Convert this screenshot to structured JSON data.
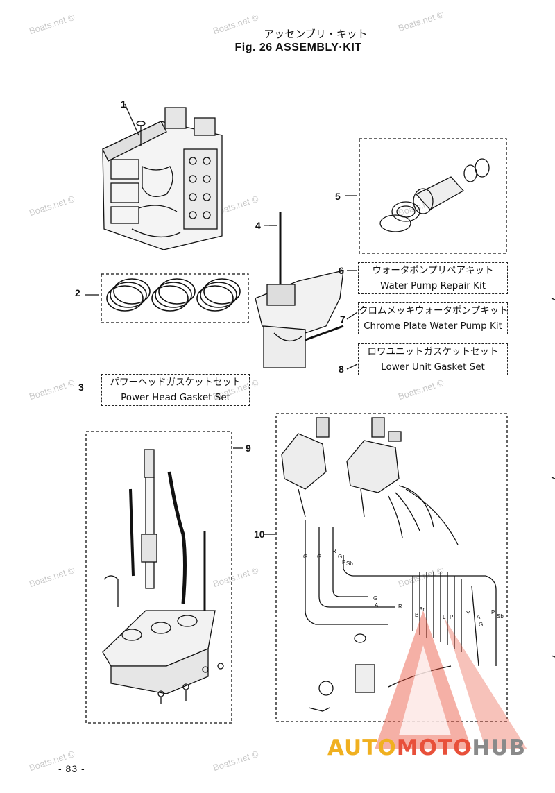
{
  "header": {
    "title_jp": "アッセンブリ・キット",
    "title_en": "Fig. 26   ASSEMBLY·KIT"
  },
  "callouts": [
    "1",
    "2",
    "3",
    "4",
    "5",
    "6",
    "7",
    "8",
    "9",
    "10"
  ],
  "kits": {
    "k3": {
      "jp": "パワーヘッドガスケットセット",
      "en": "Power Head Gasket Set"
    },
    "k6": {
      "jp": "ウォータポンプリペアキット",
      "en": "Water Pump Repair Kit"
    },
    "k7": {
      "jp": "クロムメッキウォータポンプキット",
      "en": "Chrome Plate Water Pump Kit"
    },
    "k8": {
      "jp": "ロワユニットガスケットセット",
      "en": "Lower Unit Gasket Set"
    }
  },
  "watermark": "Boats.net ©",
  "wire_labels": [
    "G",
    "G",
    "R",
    "G",
    "P",
    "Sb",
    "G",
    "A",
    "R",
    "B",
    "Br",
    "L",
    "P",
    "Y",
    "P",
    "Sb",
    "G",
    "A"
  ],
  "page_number": "- 83 -",
  "logo": {
    "part1": "AUTO",
    "part2": "MOTO",
    "part3": "HUB"
  },
  "colors": {
    "logo_yellow": "#f0b020",
    "logo_red": "#e8503a",
    "logo_gray": "#8a8a8a",
    "watermark": "#c8c8c8"
  }
}
